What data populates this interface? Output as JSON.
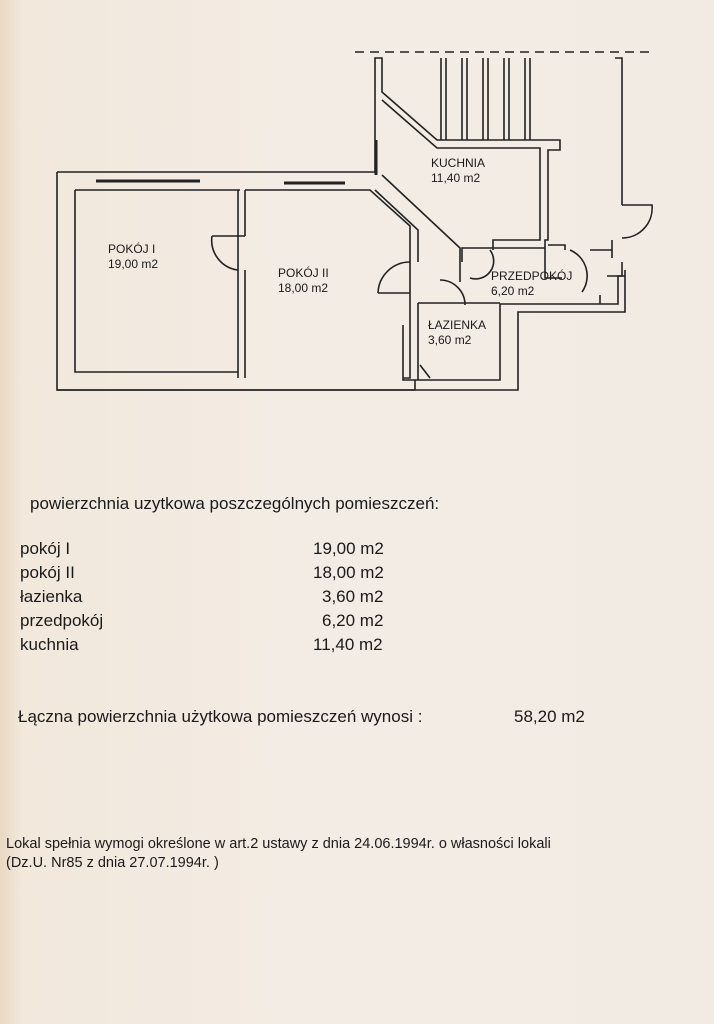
{
  "floor_plan": {
    "rooms": [
      {
        "name": "POKÓJ I",
        "area": "19,00 m2"
      },
      {
        "name": "POKÓJ II",
        "area": "18,00 m2"
      },
      {
        "name": "KUCHNIA",
        "area": "11,40 m2"
      },
      {
        "name": "PRZEDPOKÓJ",
        "area": "6,20  m2"
      },
      {
        "name": "ŁAZIENKA",
        "area": "3,60 m2"
      }
    ]
  },
  "areas": {
    "heading": "powierzchnia uzytkowa poszczególnych pomieszczeń:",
    "rows": [
      {
        "label": "pokój I",
        "value": "19,00 m2"
      },
      {
        "label": "pokój II",
        "value": "18,00 m2"
      },
      {
        "label": "łazienka",
        "value": "3,60 m2"
      },
      {
        "label": "przedpokój",
        "value": "6,20 m2"
      },
      {
        "label": "kuchnia",
        "value": "11,40 m2"
      }
    ],
    "total_label": "Łączna powierzchnia użytkowa pomieszczeń wynosi :",
    "total_value": "58,20 m2"
  },
  "footer": {
    "line1": "Lokal spełnia wymogi określone w art.2 ustawy z dnia 24.06.1994r. o własności lokali",
    "line2": "(Dz.U. Nr85 z dnia 27.07.1994r. )"
  }
}
